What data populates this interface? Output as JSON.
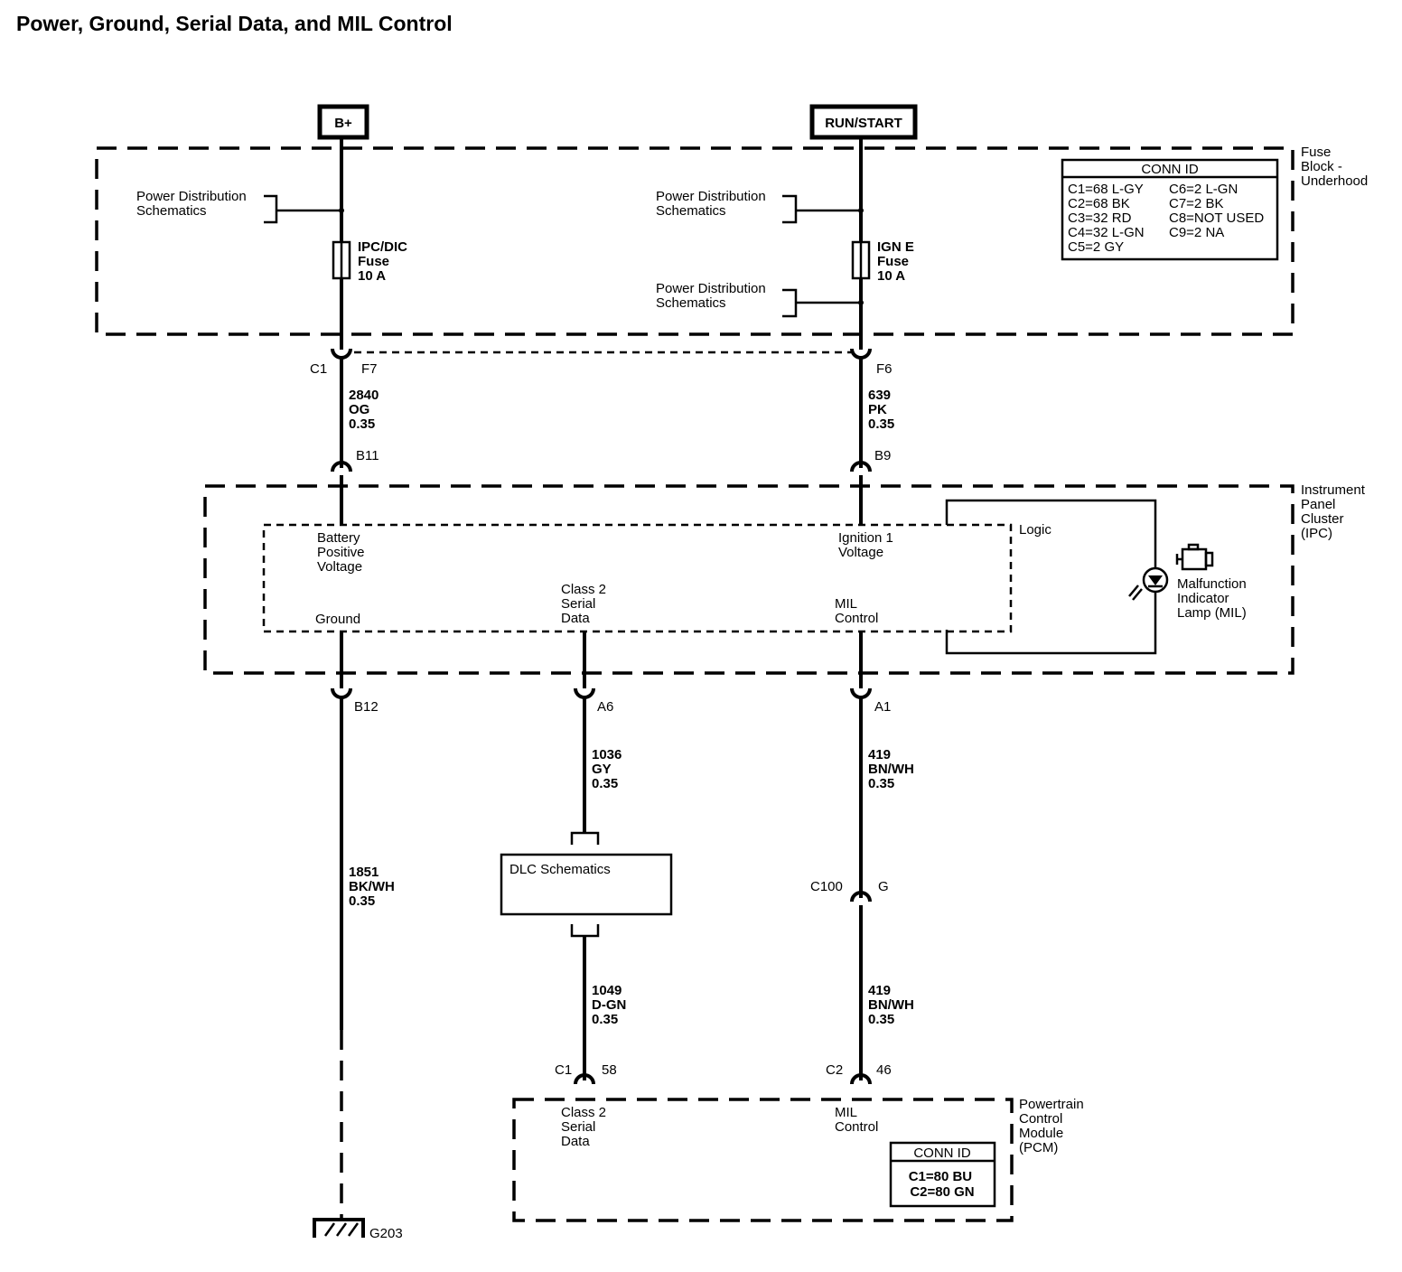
{
  "title": "Power, Ground, Serial Data, and MIL Control",
  "sources": {
    "bplus": "B+",
    "run_start": "RUN/START"
  },
  "fuse_block": {
    "name_lines": [
      "Fuse",
      "Block -",
      "Underhood"
    ],
    "pds_lines": [
      "Power Distribution",
      "Schematics"
    ],
    "fuse_left": [
      "IPC/DIC",
      "Fuse",
      "10 A"
    ],
    "fuse_right": [
      "IGN E",
      "Fuse",
      "10 A"
    ],
    "conn_title": "CONN ID",
    "conn_left": [
      "C1=68 L-GY",
      "C2=68 BK",
      "C3=32 RD",
      "C4=32 L-GN",
      "C5=2 GY"
    ],
    "conn_right": [
      "C6=2 L-GN",
      "C7=2 BK",
      "C8=NOT USED",
      "C9=2 NA"
    ]
  },
  "connectors": {
    "c1": "C1",
    "f7": "F7",
    "f6": "F6",
    "b11": "B11",
    "b9": "B9",
    "b12": "B12",
    "a6": "A6",
    "a1": "A1",
    "c100": "C100",
    "g": "G",
    "pcm_c1": "C1",
    "pin58": "58",
    "pcm_c2": "C2",
    "pin46": "46",
    "ground": "G203"
  },
  "wires": {
    "w2840": [
      "2840",
      "OG",
      "0.35"
    ],
    "w639": [
      "639",
      "PK",
      "0.35"
    ],
    "w1851": [
      "1851",
      "BK/WH",
      "0.35"
    ],
    "w1036": [
      "1036",
      "GY",
      "0.35"
    ],
    "w419a": [
      "419",
      "BN/WH",
      "0.35"
    ],
    "w1049": [
      "1049",
      "D-GN",
      "0.35"
    ],
    "w419b": [
      "419",
      "BN/WH",
      "0.35"
    ]
  },
  "ipc": {
    "name_lines": [
      "Instrument",
      "Panel",
      "Cluster",
      "(IPC)"
    ],
    "battery": [
      "Battery",
      "Positive",
      "Voltage"
    ],
    "ignition": [
      "Ignition 1",
      "Voltage"
    ],
    "logic": "Logic",
    "ground": "Ground",
    "serial": [
      "Class 2",
      "Serial",
      "Data"
    ],
    "mil_control": [
      "MIL",
      "Control"
    ],
    "mil": [
      "Malfunction",
      "Indicator",
      "Lamp (MIL)"
    ]
  },
  "dlc": "DLC Schematics",
  "pcm": {
    "name_lines": [
      "Powertrain",
      "Control",
      "Module",
      "(PCM)"
    ],
    "serial": [
      "Class 2",
      "Serial",
      "Data"
    ],
    "mil_control": [
      "MIL",
      "Control"
    ],
    "conn_title": "CONN ID",
    "conn": [
      "C1=80 BU",
      "C2=80 GN"
    ]
  }
}
